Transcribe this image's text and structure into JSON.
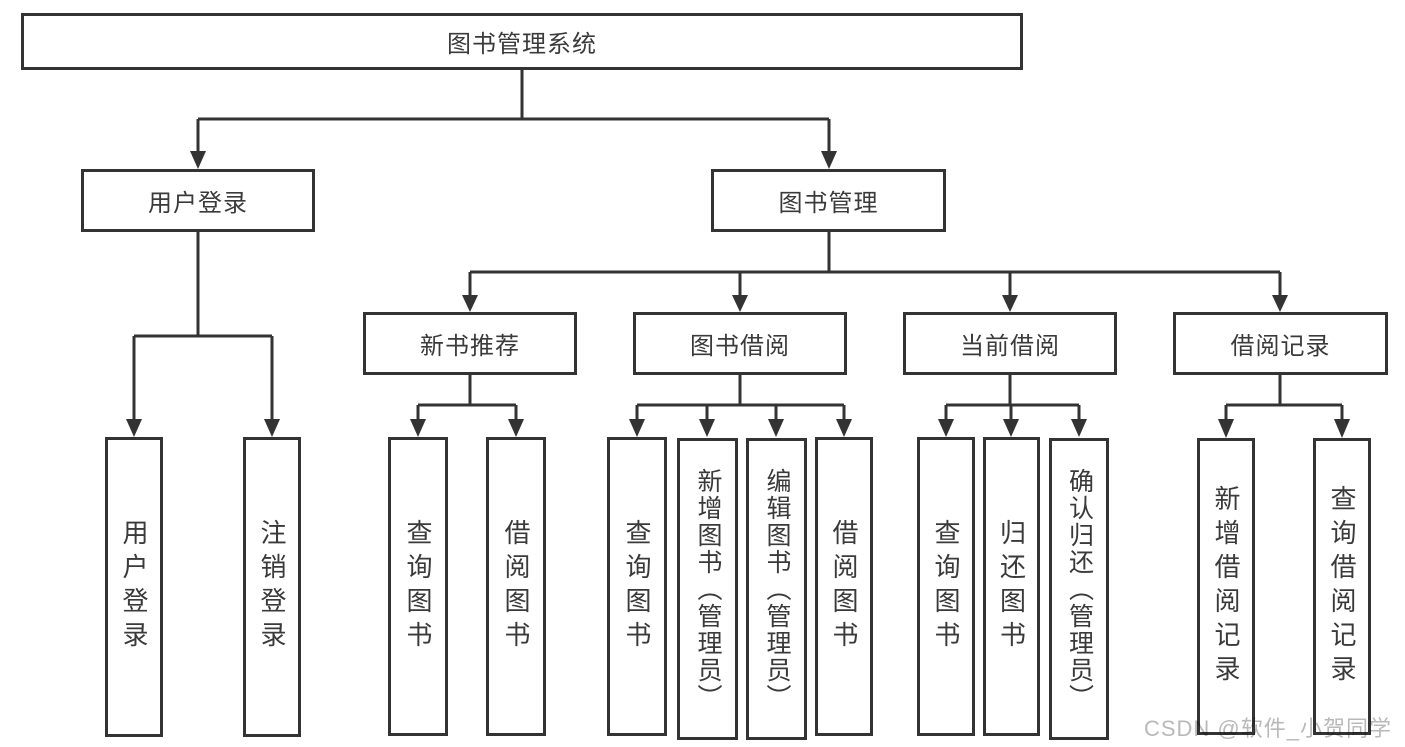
{
  "colors": {
    "line": "#333333",
    "text": "#3a3a3a",
    "watermark": "#b9b9b9",
    "background": "#ffffff"
  },
  "watermark": "CSDN @软件_小贺同学",
  "tree": {
    "label": "图书管理系统",
    "children": [
      {
        "label": "用户登录",
        "children": [
          {
            "label": "用户登录"
          },
          {
            "label": "注销登录"
          }
        ]
      },
      {
        "label": "图书管理",
        "children": [
          {
            "label": "新书推荐",
            "children": [
              {
                "label": "查询图书"
              },
              {
                "label": "借阅图书"
              }
            ]
          },
          {
            "label": "图书借阅",
            "children": [
              {
                "label": "查询图书"
              },
              {
                "label": "新增图书（管理员）"
              },
              {
                "label": "编辑图书（管理员）"
              },
              {
                "label": "借阅图书"
              }
            ]
          },
          {
            "label": "当前借阅",
            "children": [
              {
                "label": "查询图书"
              },
              {
                "label": "归还图书"
              },
              {
                "label": "确认归还（管理员）"
              }
            ]
          },
          {
            "label": "借阅记录",
            "children": [
              {
                "label": "新增借阅记录"
              },
              {
                "label": "查询借阅记录"
              }
            ]
          }
        ]
      }
    ]
  }
}
